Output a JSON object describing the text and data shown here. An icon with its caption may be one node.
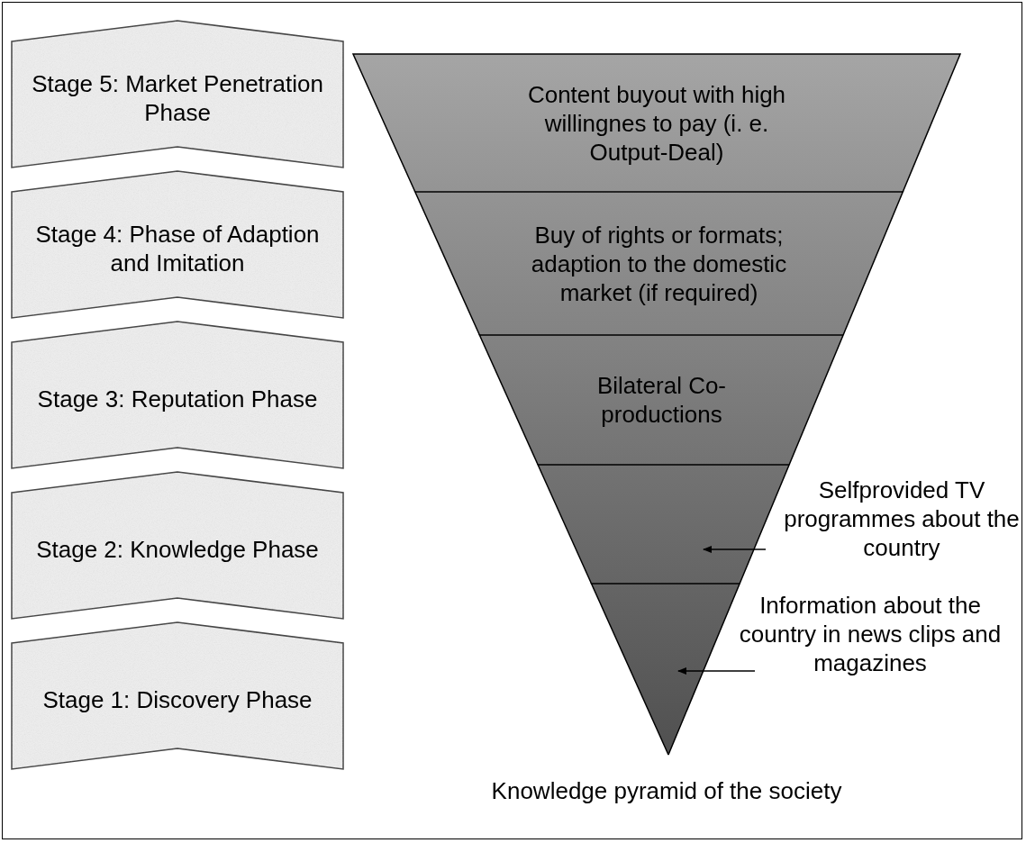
{
  "diagram": {
    "caption": "Knowledge pyramid of the society",
    "nodes": [
      {
        "text": [
          "Stage 5: Market Penetration Phase"
        ]
      },
      {
        "text": [
          "Stage 4: Phase of Adaption and Imitation"
        ]
      },
      {
        "text": [
          "Stage 3: Reputation Phase"
        ]
      },
      {
        "text": [
          "Stage 2: Knowledge Phase"
        ]
      },
      {
        "text": [
          "Stage 1: Discovery Phase"
        ]
      },
      {
        "text": [
          "Content buyout with high willingnes to pay (i. e. Output-Deal)"
        ]
      },
      {
        "text": [
          "Buy of rights or formats; adaption to the domestic market (if required)"
        ]
      },
      {
        "text": [
          "Bilateral Co-productions"
        ]
      },
      {
        "text": [],
        "shape": "band"
      },
      {
        "text": [],
        "shape": "triangle"
      },
      {
        "text": [
          "Selfprovided TV programmes about the country"
        ]
      },
      {
        "text": [
          "Information about the country in news clips and magazines"
        ]
      }
    ],
    "edges": [
      {
        "from": 10,
        "to": 8,
        "arrow": "to"
      },
      {
        "from": 11,
        "to": 9,
        "arrow": "to"
      }
    ]
  }
}
